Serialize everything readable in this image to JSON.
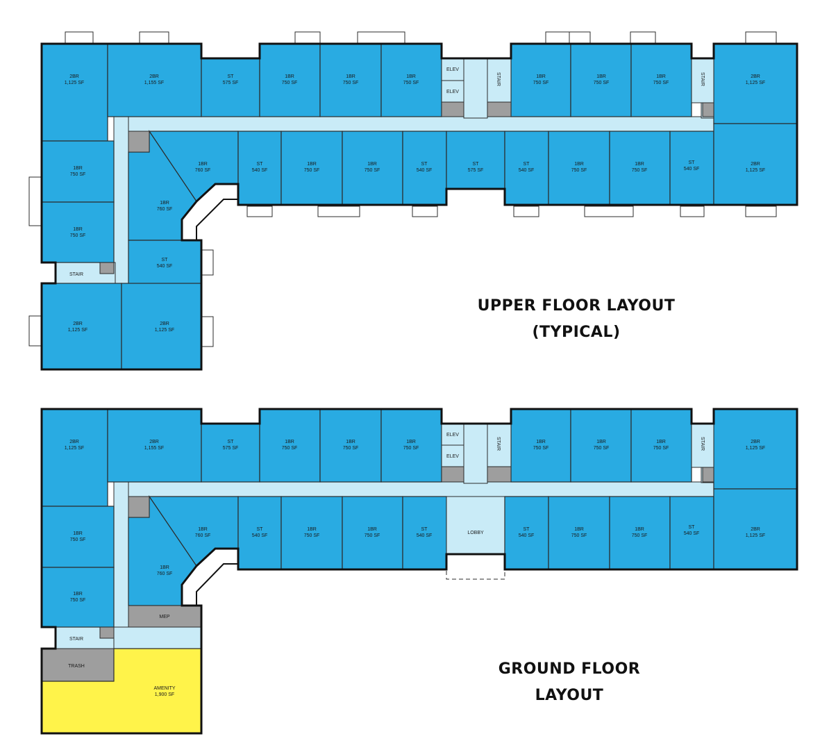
{
  "captions": {
    "upper_line1": "UPPER FLOOR LAYOUT",
    "upper_line2": "(TYPICAL)",
    "ground_line1": "GROUND FLOOR",
    "ground_line2": "LAYOUT"
  },
  "colors": {
    "unit": "#29abe2",
    "corridor": "#c9ebf7",
    "service": "#9e9e9e",
    "amenity": "#fff34a"
  },
  "floors": {
    "upper": {
      "units": [
        {
          "type": "2BR",
          "area": "1,125 SF"
        },
        {
          "type": "2BR",
          "area": "1,155 SF"
        },
        {
          "type": "ST",
          "area": "575 SF"
        },
        {
          "type": "1BR",
          "area": "750 SF"
        },
        {
          "type": "1BR",
          "area": "750 SF"
        },
        {
          "type": "1BR",
          "area": "750 SF"
        },
        {
          "type": "1BR",
          "area": "750 SF"
        },
        {
          "type": "1BR",
          "area": "750 SF"
        },
        {
          "type": "1BR",
          "area": "750 SF"
        },
        {
          "type": "2BR",
          "area": "1,125 SF"
        },
        {
          "type": "1BR",
          "area": "760 SF"
        },
        {
          "type": "ST",
          "area": "540 SF"
        },
        {
          "type": "1BR",
          "area": "750 SF"
        },
        {
          "type": "1BR",
          "area": "750 SF"
        },
        {
          "type": "ST",
          "area": "540 SF"
        },
        {
          "type": "ST",
          "area": "575 SF"
        },
        {
          "type": "ST",
          "area": "540 SF"
        },
        {
          "type": "1BR",
          "area": "750 SF"
        },
        {
          "type": "1BR",
          "area": "750 SF"
        },
        {
          "type": "ST",
          "area": "540 SF"
        },
        {
          "type": "2BR",
          "area": "1,125 SF"
        },
        {
          "type": "1BR",
          "area": "750 SF"
        },
        {
          "type": "1BR",
          "area": "750 SF"
        },
        {
          "type": "1BR",
          "area": "760 SF"
        },
        {
          "type": "ST",
          "area": "540 SF"
        },
        {
          "type": "2BR",
          "area": "1,125 SF"
        },
        {
          "type": "2BR",
          "area": "1,125 SF"
        }
      ],
      "services": {
        "elev_a": "ELEV",
        "elev_b": "ELEV",
        "stair_center": "STAIR",
        "stair_east": "STAIR",
        "stair_west": "STAIR"
      }
    },
    "ground": {
      "units": [
        {
          "type": "2BR",
          "area": "1,125 SF"
        },
        {
          "type": "2BR",
          "area": "1,155 SF"
        },
        {
          "type": "ST",
          "area": "575 SF"
        },
        {
          "type": "1BR",
          "area": "750 SF"
        },
        {
          "type": "1BR",
          "area": "750 SF"
        },
        {
          "type": "1BR",
          "area": "750 SF"
        },
        {
          "type": "1BR",
          "area": "750 SF"
        },
        {
          "type": "1BR",
          "area": "750 SF"
        },
        {
          "type": "1BR",
          "area": "750 SF"
        },
        {
          "type": "2BR",
          "area": "1,125 SF"
        },
        {
          "type": "1BR",
          "area": "760 SF"
        },
        {
          "type": "ST",
          "area": "540 SF"
        },
        {
          "type": "1BR",
          "area": "750 SF"
        },
        {
          "type": "1BR",
          "area": "750 SF"
        },
        {
          "type": "ST",
          "area": "540 SF"
        },
        {
          "type": "ST",
          "area": "540 SF"
        },
        {
          "type": "1BR",
          "area": "750 SF"
        },
        {
          "type": "1BR",
          "area": "750 SF"
        },
        {
          "type": "ST",
          "area": "540 SF"
        },
        {
          "type": "2BR",
          "area": "1,125 SF"
        },
        {
          "type": "1BR",
          "area": "750 SF"
        },
        {
          "type": "1BR",
          "area": "750 SF"
        },
        {
          "type": "1BR",
          "area": "760 SF"
        }
      ],
      "services": {
        "elev_a": "ELEV",
        "elev_b": "ELEV",
        "stair_center": "STAIR",
        "stair_east": "STAIR",
        "stair_west": "STAIR",
        "lobby": "LOBBY",
        "mep": "MEP",
        "trash": "TRASH"
      },
      "amenity": {
        "name": "AMENITY",
        "area": "1,900 SF"
      }
    }
  }
}
